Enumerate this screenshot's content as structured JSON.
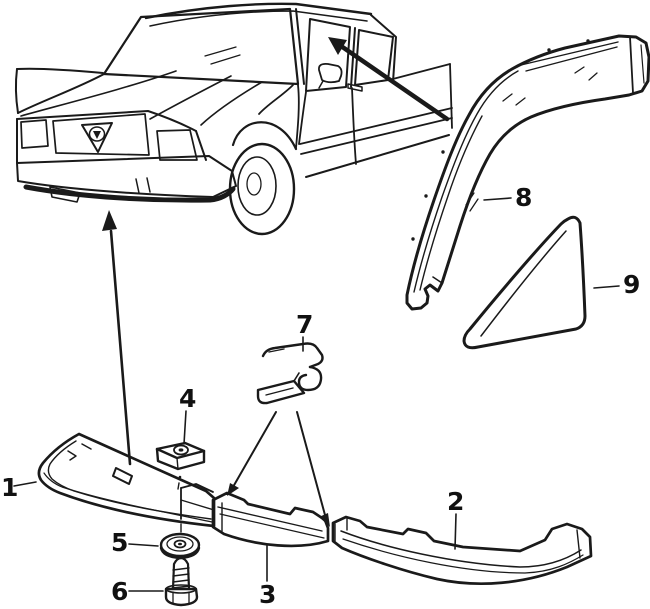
{
  "figure": {
    "kind": "exploded-parts-line-diagram",
    "subject": "car body side and front bumper trim moldings",
    "background": "#ffffff",
    "ink": "#1a1a1a"
  },
  "callouts": [
    {
      "number": "1",
      "target": "bumper-trim-left"
    },
    {
      "number": "2",
      "target": "bumper-trim-right"
    },
    {
      "number": "3",
      "target": "bumper-trim-center"
    },
    {
      "number": "4",
      "target": "square-nut"
    },
    {
      "number": "5",
      "target": "washer"
    },
    {
      "number": "6",
      "target": "screw"
    },
    {
      "number": "7",
      "target": "retaining-clip"
    },
    {
      "number": "8",
      "target": "wheel-arch-molding"
    },
    {
      "number": "9",
      "target": "quarter-panel-trim"
    }
  ]
}
